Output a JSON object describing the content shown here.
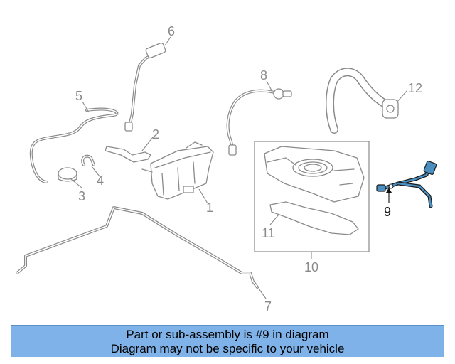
{
  "callouts": {
    "c1": "1",
    "c2": "2",
    "c3": "3",
    "c4": "4",
    "c5": "5",
    "c6": "6",
    "c7": "7",
    "c8": "8",
    "c9": "9",
    "c10": "10",
    "c11": "11",
    "c12": "12"
  },
  "highlighted_part": "9",
  "colors": {
    "highlight_text": "#111111",
    "part_line": "#8a8a8a",
    "sensor_fill": "#4a8fbf",
    "footer_bg": "#7fb2e8"
  },
  "footer": {
    "line1": "Part or sub-assembly is #9 in diagram",
    "line2": "Diagram may not be specific to your vehicle"
  }
}
